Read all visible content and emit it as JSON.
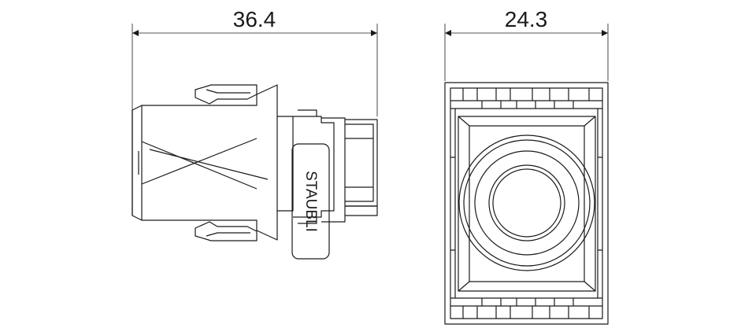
{
  "dimensions": {
    "side_width": "36.4",
    "front_width": "24.3"
  },
  "label": {
    "brand": "STAUBLI"
  }
}
